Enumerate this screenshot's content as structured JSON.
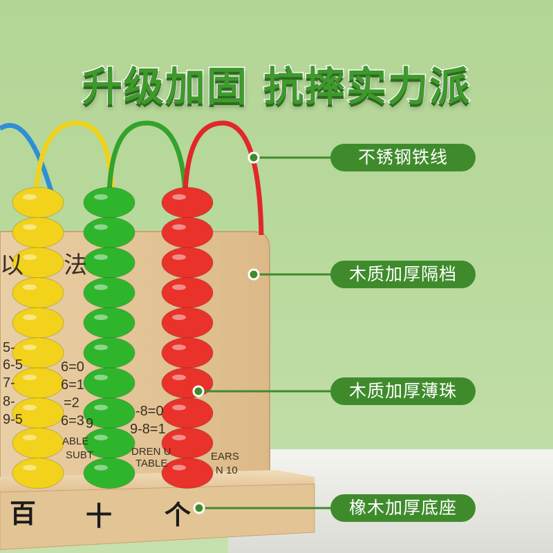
{
  "headline": "升级加固 抗摔实力派",
  "callouts": [
    {
      "label": "不锈钢铁线"
    },
    {
      "label": "木质加厚隔档"
    },
    {
      "label": "木质加厚薄珠"
    },
    {
      "label": "橡木加厚底座"
    }
  ],
  "base_labels": [
    "百",
    "十",
    "个"
  ],
  "board_fragments": [
    "以",
    "法",
    "5-",
    "6-5",
    "6=0",
    "7-",
    "6=1",
    "8-",
    "=2",
    "9-5",
    "6=3",
    "-8=0",
    "9",
    "9-8=1",
    "ABLE",
    "SUBT",
    "DREN U",
    "EARS",
    "TABLE",
    "N 10"
  ],
  "columns": [
    {
      "color": "#f2d21b",
      "beads": 10
    },
    {
      "color": "#2fb52b",
      "beads": 10
    },
    {
      "color": "#e8322a",
      "beads": 10
    }
  ],
  "colors": {
    "accent": "#3f8b2c",
    "background": "#b3d595"
  }
}
